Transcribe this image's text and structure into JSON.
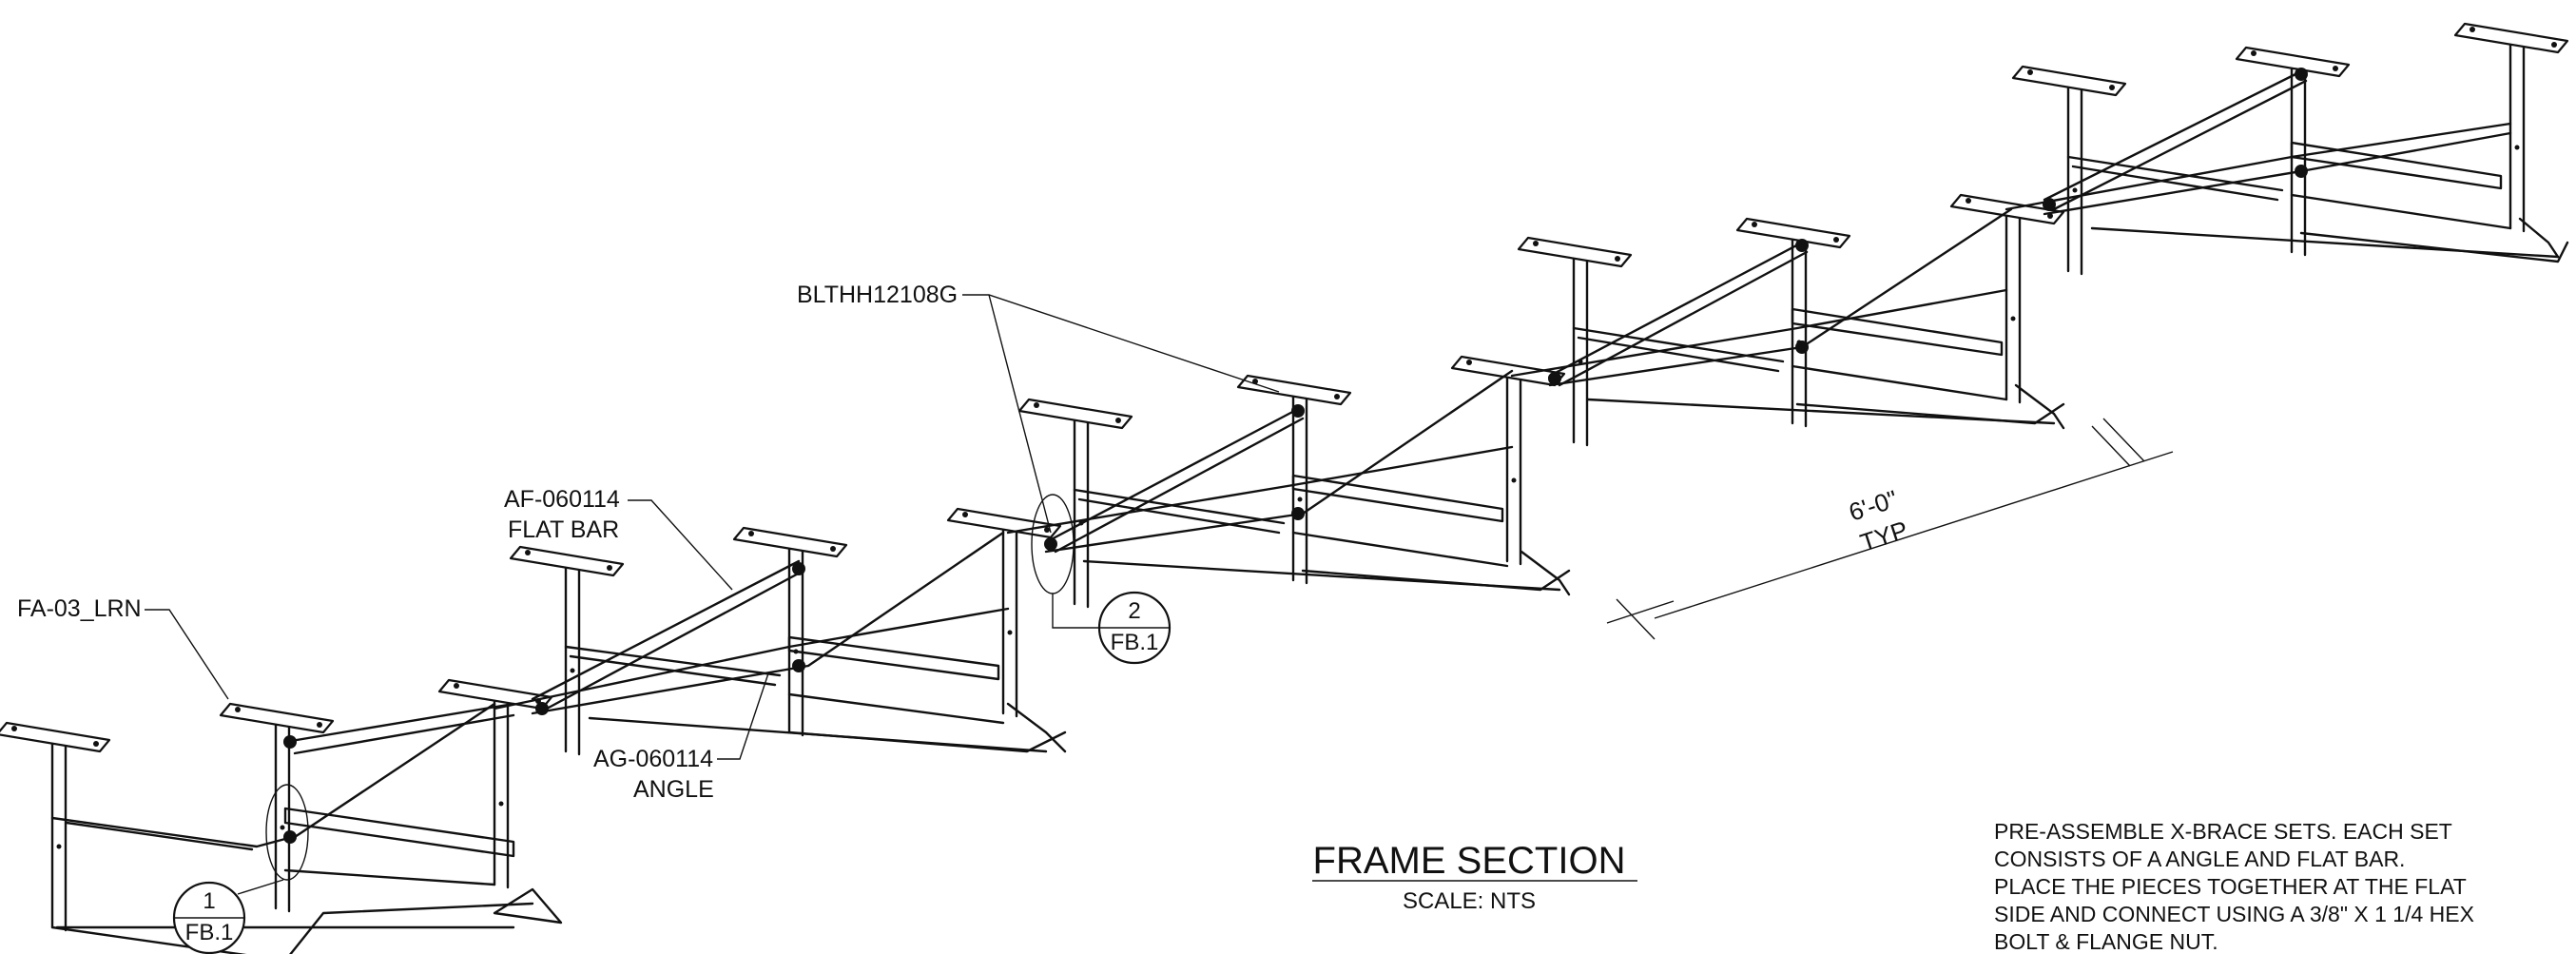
{
  "drawing": {
    "callouts": {
      "bolt_part": "BLTHH12108G",
      "flat_bar_part": "AF-060114",
      "flat_bar_desc": "FLAT BAR",
      "frame_part": "FA-03_LRN",
      "angle_part": "AG-060114",
      "angle_desc": "ANGLE"
    },
    "dimension": {
      "value": "6'-0\"",
      "qualifier": "TYP"
    },
    "detail_bubbles": [
      {
        "number": "1",
        "sheet": "FB.1"
      },
      {
        "number": "2",
        "sheet": "FB.1"
      }
    ],
    "title": {
      "text": "FRAME SECTION",
      "scale": "SCALE: NTS"
    },
    "note_lines": [
      "PRE-ASSEMBLE X-BRACE SETS.  EACH SET",
      "CONSISTS OF A  ANGLE AND FLAT BAR.",
      "PLACE THE PIECES TOGETHER AT THE FLAT",
      "SIDE AND CONNECT USING A 3/8\" X 1 1/4 HEX",
      "BOLT & FLANGE NUT."
    ]
  }
}
